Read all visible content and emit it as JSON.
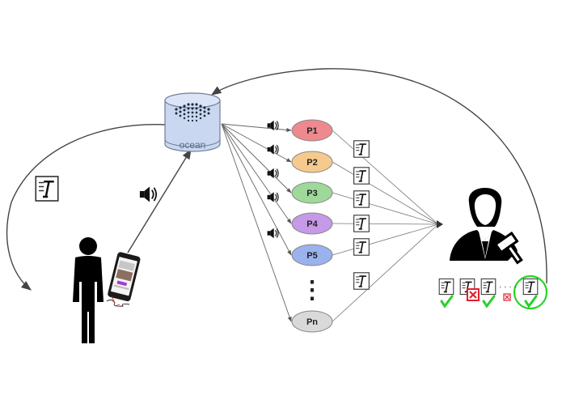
{
  "database": {
    "label": "ocean",
    "fill": "#c9d7f0",
    "stroke": "#6f7f99"
  },
  "participants": [
    {
      "label": "P1",
      "color": "#ee8a8f"
    },
    {
      "label": "P2",
      "color": "#f5ca8c"
    },
    {
      "label": "P3",
      "color": "#9ed99a"
    },
    {
      "label": "P4",
      "color": "#c59ae6"
    },
    {
      "label": "P5",
      "color": "#9ab2ee"
    },
    {
      "label": "Pn",
      "color": "#d9d9d9"
    }
  ],
  "ellipsis": "⋮",
  "transcript_icon": "transcript-icon",
  "judge_icon": "judge-gavel-icon",
  "speaker_icon": "speaker-icon",
  "person_icon": "person-with-phone-icon",
  "results": {
    "ellipsis": "· · · ·",
    "items": [
      "correct",
      "wrong",
      "correct",
      "wrong-small",
      "selected-correct"
    ],
    "check_color": "#2bd02b",
    "cross_color": "#e0202c",
    "highlight_color": "#28d428"
  }
}
